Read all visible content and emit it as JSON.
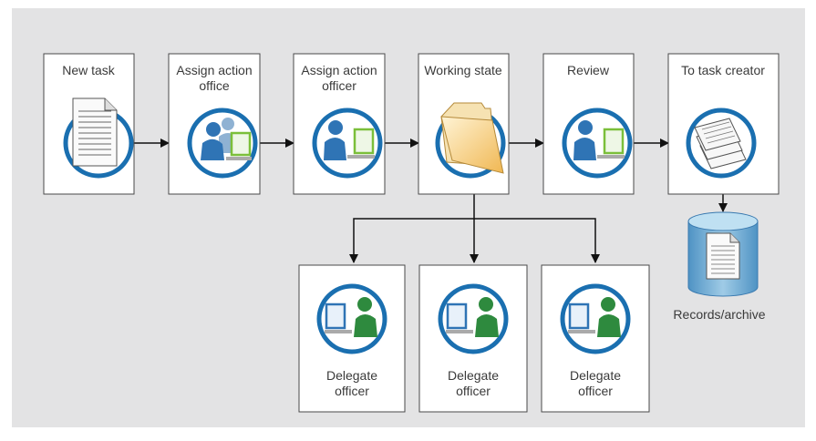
{
  "colors": {
    "panel": "#e3e3e4",
    "box_border": "#4a4a4a",
    "ring_blue": "#1a6fb0",
    "person_blue": "#2f74b5",
    "person_green": "#2e8a3e",
    "screen_green": "#7bbf3a",
    "folder_yellow": "#f2c46a",
    "db_blue": "#6aa7cf"
  },
  "stages": [
    {
      "label": "New task",
      "icon": "document-icon"
    },
    {
      "label": "Assign action office",
      "icon": "team-computer-icon"
    },
    {
      "label": "Assign action officer",
      "icon": "person-computer-icon"
    },
    {
      "label": "Working state",
      "icon": "folder-icon"
    },
    {
      "label": "Review",
      "icon": "person-computer-icon"
    },
    {
      "label": "To task creator",
      "icon": "stacked-documents-icon"
    }
  ],
  "delegates": [
    {
      "label": "Delegate officer",
      "icon": "delegate-computer-icon"
    },
    {
      "label": "Delegate officer",
      "icon": "delegate-computer-icon"
    },
    {
      "label": "Delegate officer",
      "icon": "delegate-computer-icon"
    }
  ],
  "archive": {
    "label": "Records/archive",
    "icon": "database-icon"
  }
}
